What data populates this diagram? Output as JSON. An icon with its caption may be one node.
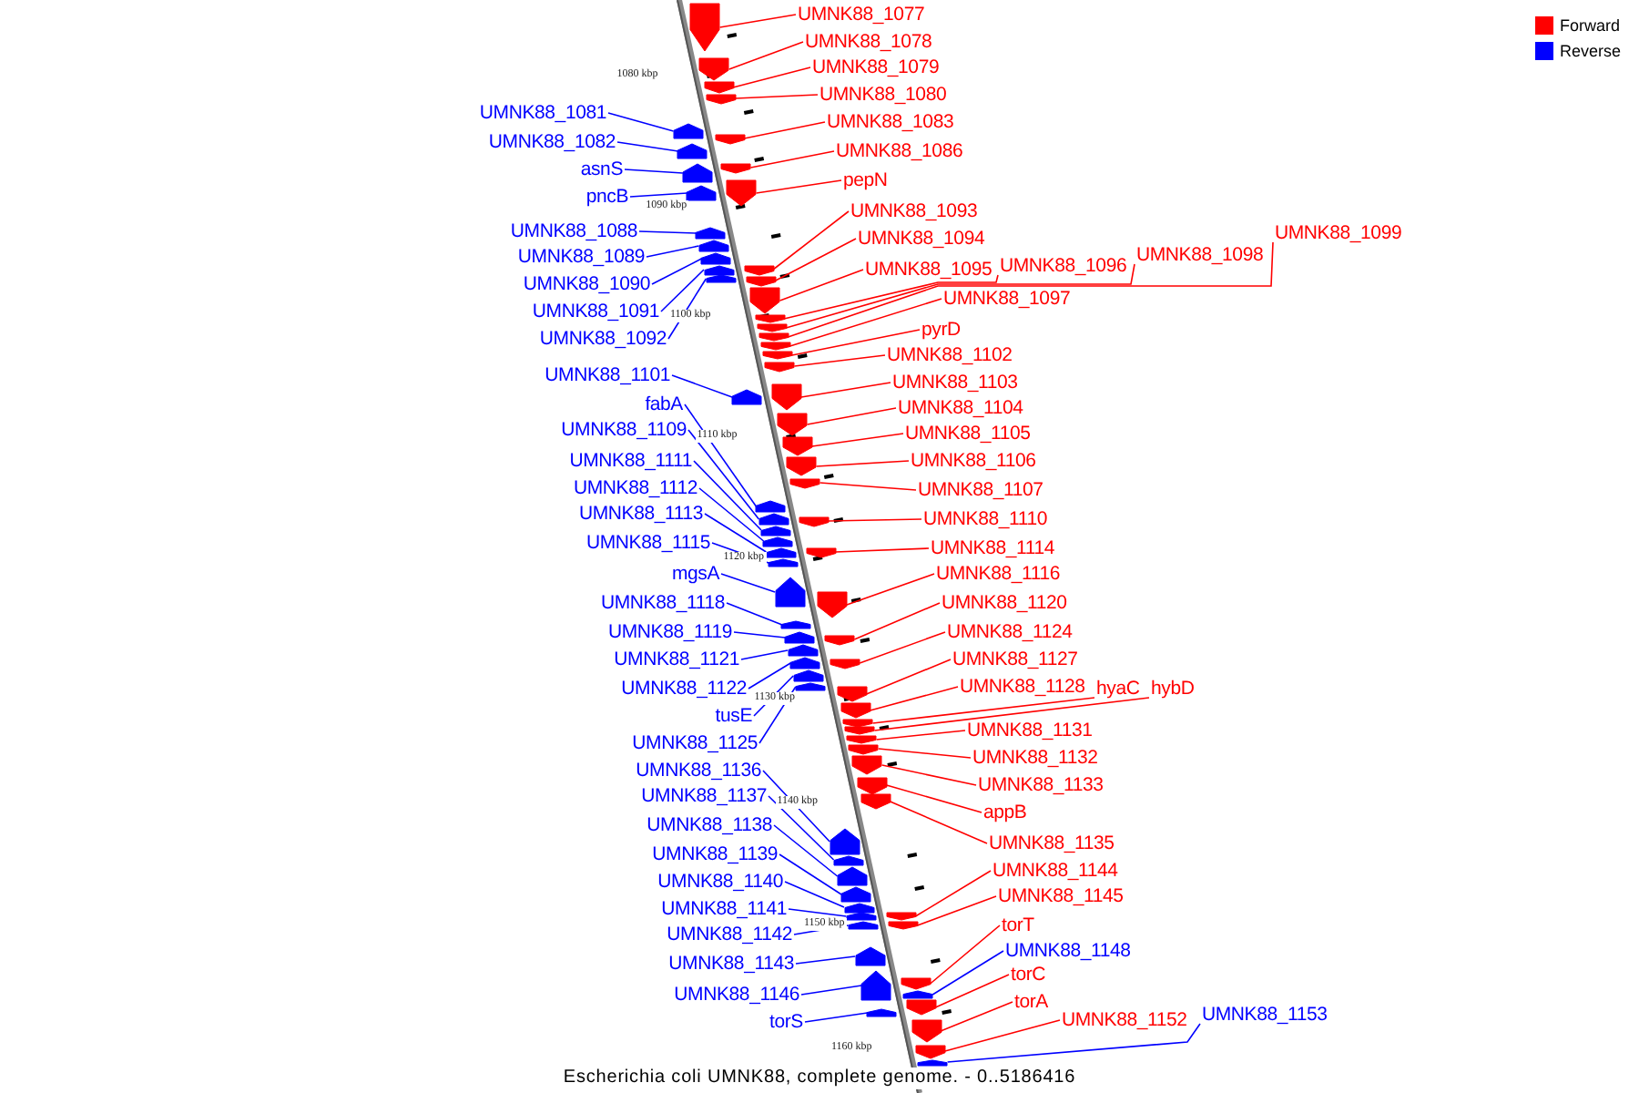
{
  "diagram": {
    "title": "Escherichia coli UMNK88, complete genome. - 0..5186416",
    "nodes": [
      {
        "text": [
          "UMNK88_1077"
        ]
      },
      {
        "text": [
          "UMNK88_1078"
        ]
      },
      {
        "text": [
          "UMNK88_1079"
        ]
      },
      {
        "text": [
          "UMNK88_1080"
        ]
      },
      {
        "text": [
          "UMNK88_1083"
        ]
      },
      {
        "text": [
          "UMNK88_1086"
        ]
      },
      {
        "text": [
          "pepN"
        ]
      },
      {
        "text": [
          "UMNK88_1093"
        ]
      },
      {
        "text": [
          "UMNK88_1094"
        ]
      },
      {
        "text": [
          "UMNK88_1095"
        ]
      },
      {
        "text": [
          "UMNK88_1096"
        ]
      },
      {
        "text": [
          "UMNK88_1098"
        ]
      },
      {
        "text": [
          "UMNK88_1099"
        ]
      },
      {
        "text": [
          "UMNK88_1097"
        ]
      },
      {
        "text": [
          "pyrD"
        ]
      },
      {
        "text": [
          "UMNK88_1102"
        ]
      },
      {
        "text": [
          "UMNK88_1103"
        ]
      },
      {
        "text": [
          "UMNK88_1104"
        ]
      },
      {
        "text": [
          "UMNK88_1105"
        ]
      },
      {
        "text": [
          "UMNK88_1106"
        ]
      },
      {
        "text": [
          "UMNK88_1107"
        ]
      },
      {
        "text": [
          "UMNK88_1110"
        ]
      },
      {
        "text": [
          "UMNK88_1114"
        ]
      },
      {
        "text": [
          "UMNK88_1116"
        ]
      },
      {
        "text": [
          "UMNK88_1120"
        ]
      },
      {
        "text": [
          "UMNK88_1124"
        ]
      },
      {
        "text": [
          "UMNK88_1127"
        ]
      },
      {
        "text": [
          "UMNK88_1128"
        ]
      },
      {
        "text": [
          "hyaC"
        ]
      },
      {
        "text": [
          "hybD"
        ]
      },
      {
        "text": [
          "UMNK88_1131"
        ]
      },
      {
        "text": [
          "UMNK88_1132"
        ]
      },
      {
        "text": [
          "UMNK88_1133"
        ]
      },
      {
        "text": [
          "appB"
        ]
      },
      {
        "text": [
          "UMNK88_1135"
        ]
      },
      {
        "text": [
          "UMNK88_1144"
        ]
      },
      {
        "text": [
          "UMNK88_1145"
        ]
      },
      {
        "text": [
          "torT"
        ]
      },
      {
        "text": [
          "UMNK88_1148"
        ]
      },
      {
        "text": [
          "torC"
        ]
      },
      {
        "text": [
          "torA"
        ]
      },
      {
        "text": [
          "UMNK88_1152"
        ]
      },
      {
        "text": [
          "UMNK88_1153"
        ]
      },
      {
        "text": [
          "UMNK88_1081"
        ]
      },
      {
        "text": [
          "UMNK88_1082"
        ]
      },
      {
        "text": [
          "asnS"
        ]
      },
      {
        "text": [
          "pncB"
        ]
      },
      {
        "text": [
          "UMNK88_1088"
        ]
      },
      {
        "text": [
          "UMNK88_1089"
        ]
      },
      {
        "text": [
          "UMNK88_1090"
        ]
      },
      {
        "text": [
          "UMNK88_1091"
        ]
      },
      {
        "text": [
          "UMNK88_1092"
        ]
      },
      {
        "text": [
          "UMNK88_1101"
        ]
      },
      {
        "text": [
          "fabA"
        ]
      },
      {
        "text": [
          "UMNK88_1109"
        ]
      },
      {
        "text": [
          "UMNK88_1111"
        ]
      },
      {
        "text": [
          "UMNK88_1112"
        ]
      },
      {
        "text": [
          "UMNK88_1113"
        ]
      },
      {
        "text": [
          "UMNK88_1115"
        ]
      },
      {
        "text": [
          "mgsA"
        ]
      },
      {
        "text": [
          "UMNK88_1118"
        ]
      },
      {
        "text": [
          "UMNK88_1119"
        ]
      },
      {
        "text": [
          "UMNK88_1121"
        ]
      },
      {
        "text": [
          "UMNK88_1122"
        ]
      },
      {
        "text": [
          "tusE"
        ]
      },
      {
        "text": [
          "UMNK88_1125"
        ]
      },
      {
        "text": [
          "UMNK88_1136"
        ]
      },
      {
        "text": [
          "UMNK88_1137"
        ]
      },
      {
        "text": [
          "UMNK88_1138"
        ]
      },
      {
        "text": [
          "UMNK88_1139"
        ]
      },
      {
        "text": [
          "UMNK88_1140"
        ]
      },
      {
        "text": [
          "UMNK88_1141"
        ]
      },
      {
        "text": [
          "UMNK88_1142"
        ]
      },
      {
        "text": [
          "UMNK88_1143"
        ]
      },
      {
        "text": [
          "UMNK88_1146"
        ]
      },
      {
        "text": [
          "torS"
        ]
      },
      {
        "text": [],
        "shape": "arrow"
      },
      {
        "text": [],
        "shape": "arrow"
      },
      {
        "text": [],
        "shape": "arrow"
      },
      {
        "text": [],
        "shape": "arrow"
      },
      {
        "text": [],
        "shape": "arrow"
      },
      {
        "text": [],
        "shape": "arrow"
      },
      {
        "text": [],
        "shape": "arrow"
      },
      {
        "text": [],
        "shape": "arrow"
      },
      {
        "text": [],
        "shape": "arrow"
      },
      {
        "text": [],
        "shape": "arrow"
      },
      {
        "text": [],
        "shape": "arrow"
      },
      {
        "text": [],
        "shape": "arrow"
      },
      {
        "text": [],
        "shape": "arrow"
      },
      {
        "text": [],
        "shape": "arrow"
      },
      {
        "text": [],
        "shape": "arrow"
      },
      {
        "text": [],
        "shape": "arrow"
      },
      {
        "text": [],
        "shape": "arrow"
      },
      {
        "text": [],
        "shape": "arrow"
      },
      {
        "text": [],
        "shape": "arrow"
      },
      {
        "text": [],
        "shape": "arrow"
      },
      {
        "text": [],
        "shape": "arrow"
      },
      {
        "text": [],
        "shape": "arrow"
      },
      {
        "text": [],
        "shape": "arrow"
      },
      {
        "text": [],
        "shape": "arrow"
      },
      {
        "text": [],
        "shape": "arrow"
      },
      {
        "text": [],
        "shape": "arrow"
      },
      {
        "text": [],
        "shape": "arrow"
      },
      {
        "text": [],
        "shape": "arrow"
      },
      {
        "text": [],
        "shape": "arrow"
      },
      {
        "text": [],
        "shape": "arrow"
      },
      {
        "text": [],
        "shape": "arrow"
      },
      {
        "text": [],
        "shape": "arrow"
      },
      {
        "text": [],
        "shape": "arrow"
      },
      {
        "text": [],
        "shape": "arrow"
      },
      {
        "text": [],
        "shape": "arrow"
      },
      {
        "text": [],
        "shape": "arrow"
      },
      {
        "text": [],
        "shape": "arrow"
      },
      {
        "text": [],
        "shape": "arrow"
      },
      {
        "text": [],
        "shape": "arrow"
      },
      {
        "text": [],
        "shape": "arrow"
      },
      {
        "text": [],
        "shape": "arrow"
      },
      {
        "text": [],
        "shape": "arrow"
      },
      {
        "text": [],
        "shape": "arrow"
      },
      {
        "text": [],
        "shape": "arrow"
      },
      {
        "text": [],
        "shape": "arrow"
      },
      {
        "text": [],
        "shape": "arrow"
      },
      {
        "text": [],
        "shape": "arrow"
      },
      {
        "text": [],
        "shape": "arrow"
      },
      {
        "text": [],
        "shape": "arrow"
      },
      {
        "text": [],
        "shape": "arrow"
      },
      {
        "text": [],
        "shape": "arrow"
      },
      {
        "text": [],
        "shape": "arrow"
      },
      {
        "text": [],
        "shape": "arrow"
      },
      {
        "text": [],
        "shape": "arrow"
      },
      {
        "text": [],
        "shape": "arrow"
      },
      {
        "text": [],
        "shape": "arrow"
      },
      {
        "text": [],
        "shape": "arrow"
      },
      {
        "text": [],
        "shape": "arrow"
      },
      {
        "text": [],
        "shape": "arrow"
      },
      {
        "text": [],
        "shape": "arrow"
      },
      {
        "text": [],
        "shape": "arrow"
      },
      {
        "text": [],
        "shape": "arrow"
      },
      {
        "text": [],
        "shape": "arrow"
      },
      {
        "text": [],
        "shape": "arrow"
      },
      {
        "text": [],
        "shape": "arrow"
      },
      {
        "text": [],
        "shape": "arrow"
      },
      {
        "text": [],
        "shape": "arrow"
      },
      {
        "text": [],
        "shape": "arrow"
      },
      {
        "text": [],
        "shape": "arrow"
      },
      {
        "text": [],
        "shape": "arrow"
      },
      {
        "text": [],
        "shape": "arrow"
      },
      {
        "text": [],
        "shape": "arrow"
      },
      {
        "text": [],
        "shape": "arrow"
      },
      {
        "text": [],
        "shape": "arrow"
      },
      {
        "text": [],
        "shape": "arrow"
      },
      {
        "text": [],
        "shape": "arrow"
      }
    ],
    "edges": [
      {
        "from": 0,
        "to": 76,
        "arrow": "none"
      },
      {
        "from": 1,
        "to": 77,
        "arrow": "none"
      },
      {
        "from": 2,
        "to": 78,
        "arrow": "none"
      },
      {
        "from": 3,
        "to": 79,
        "arrow": "none"
      },
      {
        "from": 4,
        "to": 80,
        "arrow": "none"
      },
      {
        "from": 5,
        "to": 81,
        "arrow": "none"
      },
      {
        "from": 6,
        "to": 82,
        "arrow": "none"
      },
      {
        "from": 7,
        "to": 83,
        "arrow": "none"
      },
      {
        "from": 8,
        "to": 84,
        "arrow": "none"
      },
      {
        "from": 9,
        "to": 85,
        "arrow": "none"
      },
      {
        "from": 10,
        "to": 86,
        "arrow": "none"
      },
      {
        "from": 11,
        "to": 87,
        "arrow": "none"
      },
      {
        "from": 12,
        "to": 88,
        "arrow": "none"
      },
      {
        "from": 13,
        "to": 89,
        "arrow": "none"
      },
      {
        "from": 14,
        "to": 90,
        "arrow": "none"
      },
      {
        "from": 15,
        "to": 91,
        "arrow": "none"
      },
      {
        "from": 16,
        "to": 92,
        "arrow": "none"
      },
      {
        "from": 17,
        "to": 93,
        "arrow": "none"
      },
      {
        "from": 18,
        "to": 94,
        "arrow": "none"
      },
      {
        "from": 19,
        "to": 95,
        "arrow": "none"
      },
      {
        "from": 20,
        "to": 96,
        "arrow": "none"
      },
      {
        "from": 21,
        "to": 97,
        "arrow": "none"
      },
      {
        "from": 22,
        "to": 98,
        "arrow": "none"
      },
      {
        "from": 23,
        "to": 99,
        "arrow": "none"
      },
      {
        "from": 24,
        "to": 100,
        "arrow": "none"
      },
      {
        "from": 25,
        "to": 101,
        "arrow": "none"
      },
      {
        "from": 26,
        "to": 102,
        "arrow": "none"
      },
      {
        "from": 27,
        "to": 103,
        "arrow": "none"
      },
      {
        "from": 28,
        "to": 104,
        "arrow": "none"
      },
      {
        "from": 29,
        "to": 105,
        "arrow": "none"
      },
      {
        "from": 30,
        "to": 106,
        "arrow": "none"
      },
      {
        "from": 31,
        "to": 107,
        "arrow": "none"
      },
      {
        "from": 32,
        "to": 108,
        "arrow": "none"
      },
      {
        "from": 33,
        "to": 109,
        "arrow": "none"
      },
      {
        "from": 34,
        "to": 110,
        "arrow": "none"
      },
      {
        "from": 35,
        "to": 111,
        "arrow": "none"
      },
      {
        "from": 36,
        "to": 112,
        "arrow": "none"
      },
      {
        "from": 37,
        "to": 113,
        "arrow": "none"
      },
      {
        "from": 38,
        "to": 114,
        "arrow": "none",
        "color": "#0000ff"
      },
      {
        "from": 39,
        "to": 115,
        "arrow": "none"
      },
      {
        "from": 40,
        "to": 116,
        "arrow": "none"
      },
      {
        "from": 41,
        "to": 117,
        "arrow": "none"
      },
      {
        "from": 42,
        "to": 118,
        "arrow": "none",
        "color": "#0000ff"
      },
      {
        "from": 43,
        "to": 119,
        "arrow": "none",
        "color": "#0000ff"
      },
      {
        "from": 44,
        "to": 120,
        "arrow": "none",
        "color": "#0000ff"
      },
      {
        "from": 45,
        "to": 121,
        "arrow": "none",
        "color": "#0000ff"
      },
      {
        "from": 46,
        "to": 122,
        "arrow": "none",
        "color": "#0000ff"
      },
      {
        "from": 47,
        "to": 123,
        "arrow": "none",
        "color": "#0000ff"
      },
      {
        "from": 48,
        "to": 124,
        "arrow": "none",
        "color": "#0000ff"
      },
      {
        "from": 49,
        "to": 125,
        "arrow": "none",
        "color": "#0000ff"
      },
      {
        "from": 50,
        "to": 126,
        "arrow": "none",
        "color": "#0000ff"
      },
      {
        "from": 51,
        "to": 127,
        "arrow": "none",
        "color": "#0000ff"
      },
      {
        "from": 52,
        "to": 128,
        "arrow": "none",
        "color": "#0000ff"
      },
      {
        "from": 53,
        "to": 129,
        "arrow": "none",
        "color": "#0000ff"
      },
      {
        "from": 54,
        "to": 130,
        "arrow": "none",
        "color": "#0000ff"
      },
      {
        "from": 55,
        "to": 131,
        "arrow": "none",
        "color": "#0000ff"
      },
      {
        "from": 56,
        "to": 132,
        "arrow": "none",
        "color": "#0000ff"
      },
      {
        "from": 57,
        "to": 133,
        "arrow": "none",
        "color": "#0000ff"
      },
      {
        "from": 58,
        "to": 134,
        "arrow": "none",
        "color": "#0000ff"
      },
      {
        "from": 59,
        "to": 135,
        "arrow": "none",
        "color": "#0000ff"
      },
      {
        "from": 60,
        "to": 136,
        "arrow": "none",
        "color": "#0000ff"
      },
      {
        "from": 61,
        "to": 137,
        "arrow": "none",
        "color": "#0000ff"
      },
      {
        "from": 62,
        "to": 138,
        "arrow": "none",
        "color": "#0000ff"
      },
      {
        "from": 63,
        "to": 139,
        "arrow": "none",
        "color": "#0000ff"
      },
      {
        "from": 64,
        "to": 140,
        "arrow": "none",
        "color": "#0000ff"
      },
      {
        "from": 65,
        "to": 141,
        "arrow": "none",
        "color": "#0000ff"
      },
      {
        "from": 66,
        "to": 142,
        "arrow": "none",
        "color": "#0000ff"
      },
      {
        "from": 67,
        "to": 143,
        "arrow": "none",
        "color": "#0000ff"
      },
      {
        "from": 68,
        "to": 144,
        "arrow": "none",
        "color": "#0000ff"
      },
      {
        "from": 69,
        "to": 145,
        "arrow": "none",
        "color": "#0000ff"
      },
      {
        "from": 70,
        "to": 146,
        "arrow": "none",
        "color": "#0000ff"
      },
      {
        "from": 71,
        "to": 147,
        "arrow": "none",
        "color": "#0000ff"
      },
      {
        "from": 72,
        "to": 148,
        "arrow": "none",
        "color": "#0000ff"
      },
      {
        "from": 73,
        "to": 149,
        "arrow": "none",
        "color": "#0000ff"
      },
      {
        "from": 74,
        "to": 150,
        "arrow": "none",
        "color": "#0000ff"
      },
      {
        "from": 75,
        "to": 151,
        "arrow": "none",
        "color": "#0000ff"
      }
    ],
    "labels": [
      "1080 kbp",
      "1090 kbp",
      "1100 kbp",
      "1110 kbp",
      "1120 kbp",
      "1130 kbp",
      "1140 kbp",
      "1150 kbp",
      "1160 kbp"
    ],
    "legend": [
      {
        "text": "Forward",
        "color": "#ff0000"
      },
      {
        "text": "Reverse",
        "color": "#0000ff"
      }
    ]
  }
}
